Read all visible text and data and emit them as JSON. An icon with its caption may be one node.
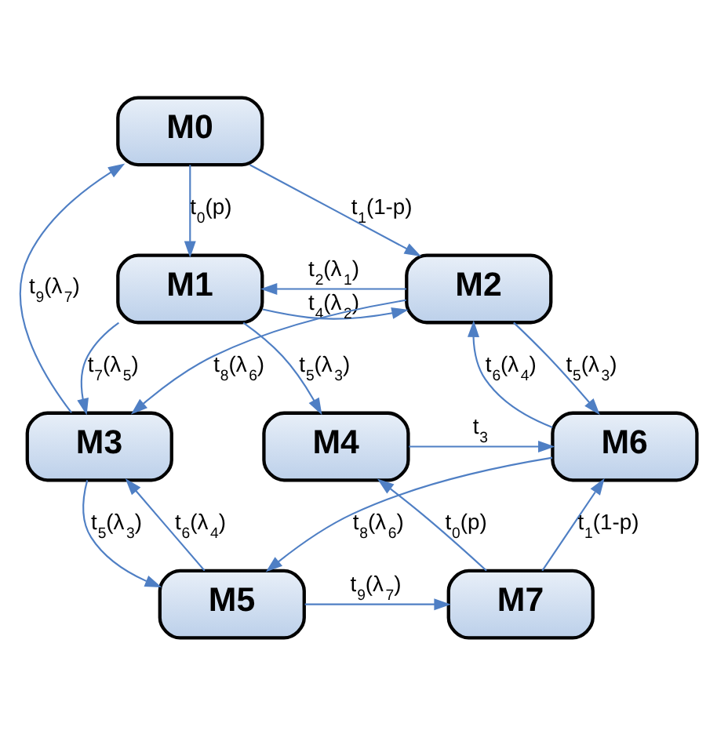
{
  "diagram": {
    "nodes": [
      {
        "text": [
          "M0"
        ]
      },
      {
        "text": [
          "M1"
        ]
      },
      {
        "text": [
          "M2"
        ]
      },
      {
        "text": [
          "M3"
        ]
      },
      {
        "text": [
          "M4"
        ]
      },
      {
        "text": [
          "M6"
        ]
      },
      {
        "text": [
          "M5"
        ]
      },
      {
        "text": [
          "M7"
        ]
      }
    ],
    "edges": [
      {
        "from": 0,
        "to": 1,
        "arrow": "to",
        "label": "t$_{0}$(p)"
      },
      {
        "from": 0,
        "to": 2,
        "arrow": "to",
        "label": "t$_{1}$(1-p)"
      },
      {
        "from": 2,
        "to": 1,
        "arrow": "to",
        "label": "t$_{2}$(λ$_{1}$)"
      },
      {
        "from": 1,
        "to": 2,
        "arrow": "to",
        "label": "t$_{4}$(λ$_{2}$)"
      },
      {
        "from": 3,
        "to": 0,
        "arrow": "to",
        "label": "t$_{9}$(λ$_{7}$)"
      },
      {
        "from": 1,
        "to": 4,
        "arrow": "to",
        "label": "t$_{5}$(λ$_{3}$)"
      },
      {
        "from": 2,
        "to": 3,
        "arrow": "to",
        "label": "t$_{8}$(λ$_{6}$)"
      },
      {
        "from": 1,
        "to": 3,
        "arrow": "to",
        "label": "t$_{7}$(λ$_{5}$)"
      },
      {
        "from": 5,
        "to": 2,
        "arrow": "to",
        "label": "t$_{6}$(λ$_{4}$)"
      },
      {
        "from": 2,
        "to": 5,
        "arrow": "to",
        "label": "t$_{5}$(λ$_{3}$)"
      },
      {
        "from": 4,
        "to": 5,
        "arrow": "to",
        "label": "t$_{3}$"
      },
      {
        "from": 3,
        "to": 6,
        "arrow": "to",
        "label": "t$_{5}$(λ$_{3}$)"
      },
      {
        "from": 6,
        "to": 3,
        "arrow": "to",
        "label": "t$_{6}$(λ$_{4}$)"
      },
      {
        "from": 5,
        "to": 6,
        "arrow": "to",
        "label": "t$_{8}$(λ$_{6}$)"
      },
      {
        "from": 7,
        "to": 4,
        "arrow": "to",
        "label": "t$_{0}$(p)"
      },
      {
        "from": 7,
        "to": 5,
        "arrow": "to",
        "label": "t$_{1}$(1-p)"
      },
      {
        "from": 6,
        "to": 7,
        "arrow": "to",
        "label": "t$_{9}$(λ$_{7}$)"
      }
    ]
  }
}
